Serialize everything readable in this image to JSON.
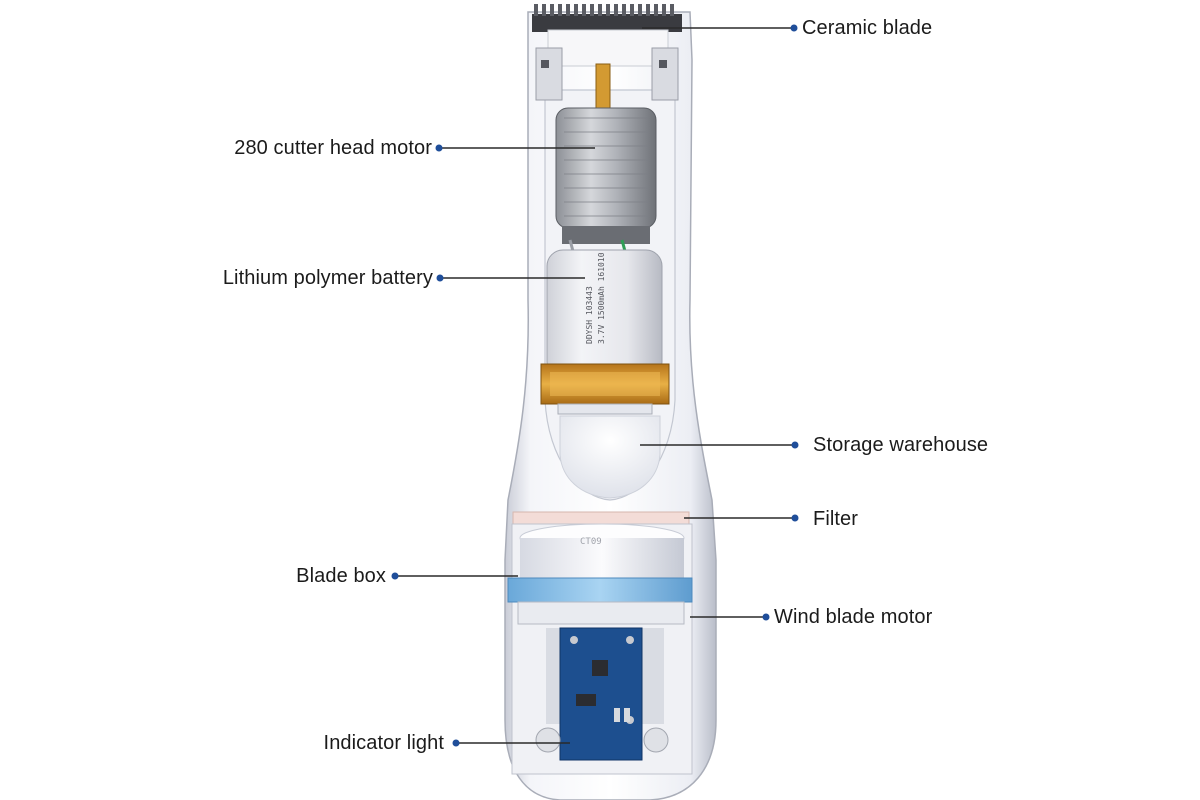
{
  "callouts": {
    "ceramic_blade": "Ceramic blade",
    "cutter_head_motor": "280 cutter head motor",
    "battery": "Lithium polymer battery",
    "storage_warehouse": "Storage warehouse",
    "filter": "Filter",
    "blade_box": "Blade box",
    "wind_blade_motor": "Wind blade motor",
    "indicator_light": "Indicator light"
  },
  "battery_print": {
    "line1": "DDYSH 103443",
    "line2": "3.7V 1500mAh 161010"
  },
  "pcb_print": "CT09",
  "colors": {
    "dot": "#1f4e9a",
    "leader": "#2a2a2a",
    "housing": "#e9ebf2",
    "blue_ring": "#8ec3ea",
    "pcb": "#1d4f8f",
    "copper_tape": "#d79a28"
  }
}
